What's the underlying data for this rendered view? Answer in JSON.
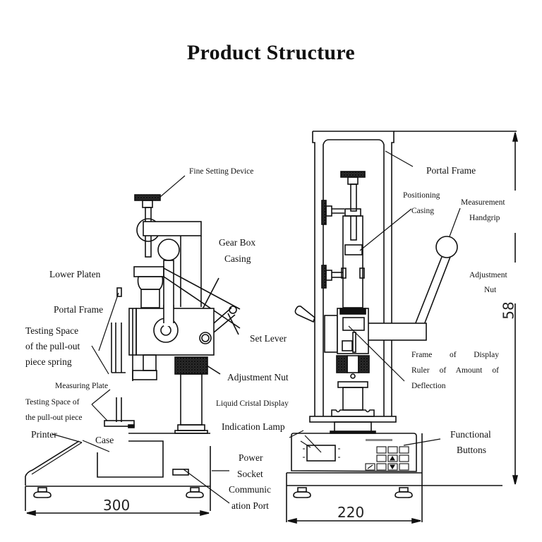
{
  "title": "Product Structure",
  "left_machine": {
    "labels": {
      "fine_setting_device": "Fine Setting Device",
      "gear_box_casing": [
        "Gear Box",
        "Casing"
      ],
      "lower_platen": "Lower Platen",
      "portal_frame": "Portal Frame",
      "testing_space_spring": [
        "Testing   Space",
        "of the pull-out",
        "piece spring"
      ],
      "set_lever": "Set Lever",
      "adjustment_nut": "Adjustment Nut",
      "measuring_plate": "Measuring Plate",
      "testing_space_piece": [
        "Testing  Space  of",
        "the pull-out piece"
      ],
      "printer": "Printer",
      "case": "Case",
      "power_socket": [
        "Power",
        "Socket"
      ],
      "communication_port": [
        "Communic",
        "ation Port"
      ]
    },
    "dimensions": {
      "width": "300"
    }
  },
  "right_machine": {
    "labels": {
      "portal_frame": "Portal Frame",
      "positioning_casing": [
        "Positioning",
        "Casing"
      ],
      "measurement_handgrip": [
        "Measurement",
        "Handgrip"
      ],
      "adjustment_nut": [
        "Adjustment",
        "Nut"
      ],
      "frame_of_display": [
        "Frame   of   Display",
        "Ruler  of  Amount  of",
        "Deflection"
      ],
      "liquid_crystal_display": "Liquid Cristal Display",
      "indication_lamp": "Indication Lamp",
      "functional_buttons": [
        "Functional",
        "Buttons"
      ]
    },
    "dimensions": {
      "width": "220",
      "height": "58"
    }
  }
}
